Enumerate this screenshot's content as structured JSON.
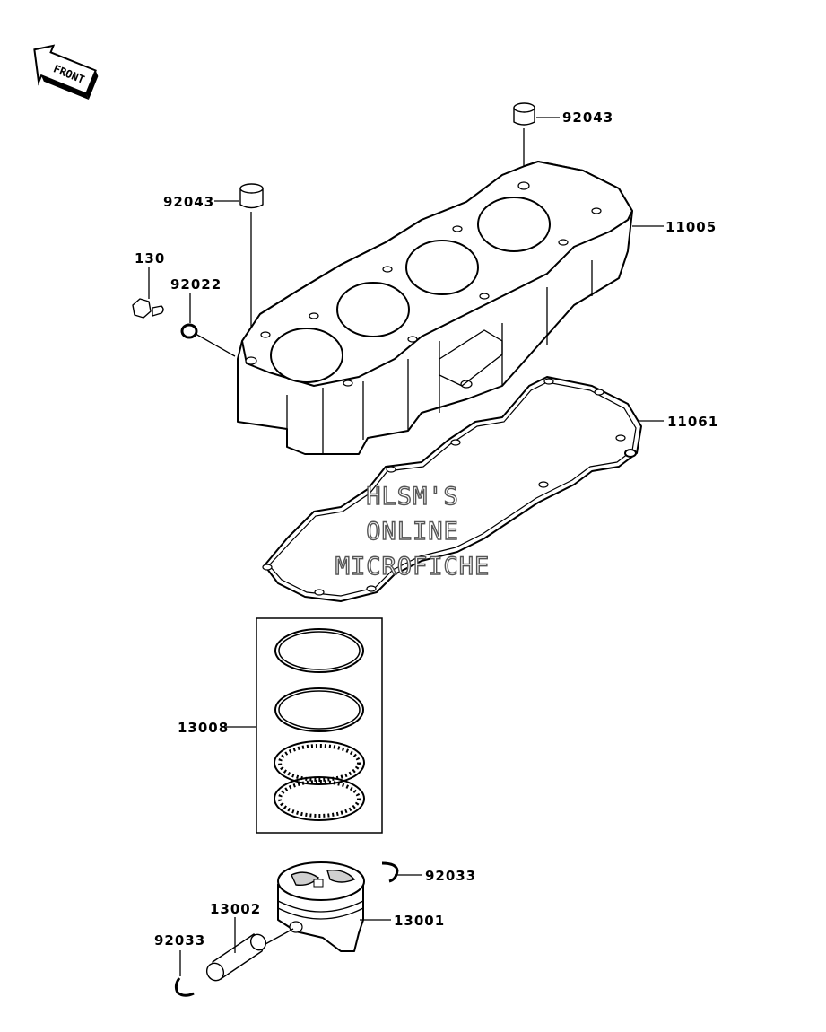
{
  "front_arrow": {
    "text": "FRONT"
  },
  "watermark": {
    "line1": "HLSM'S",
    "line2": "ONLINE",
    "line3": "MICROFICHE"
  },
  "callouts": [
    {
      "id": "92043",
      "part": "knock-pin-upper"
    },
    {
      "id": "11005",
      "part": "cylinder-block"
    },
    {
      "id": "92043",
      "part": "knock-pin-left"
    },
    {
      "id": "130",
      "part": "flange-bolt"
    },
    {
      "id": "92022",
      "part": "washer"
    },
    {
      "id": "11061",
      "part": "cylinder-gasket"
    },
    {
      "id": "13008",
      "part": "piston-ring-set"
    },
    {
      "id": "92033",
      "part": "circlip-right"
    },
    {
      "id": "13002",
      "part": "piston-pin"
    },
    {
      "id": "13001",
      "part": "piston"
    },
    {
      "id": "92033",
      "part": "circlip-left"
    }
  ]
}
